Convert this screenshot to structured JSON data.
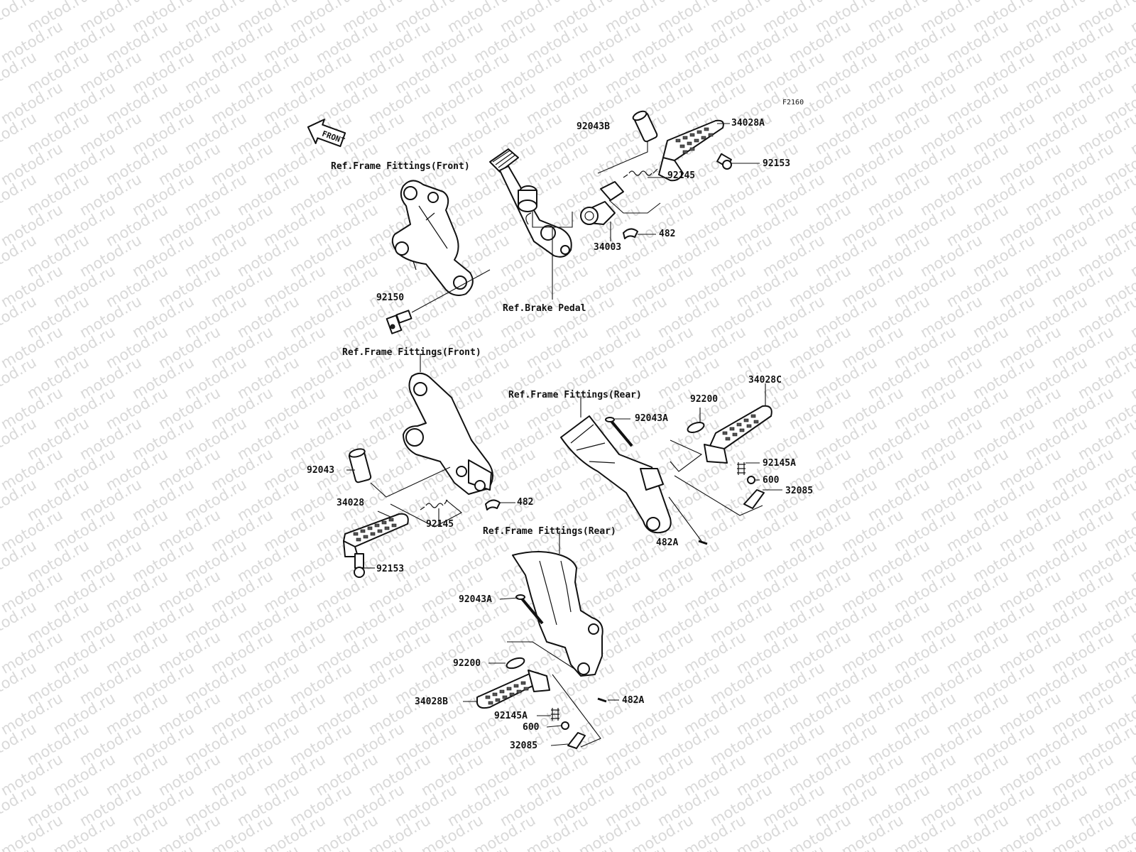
{
  "diagram_id": "F2160",
  "watermark_text": "motod.ru",
  "front_arrow_label": "FRONT",
  "refs": {
    "frame_front_top": "Ref.Frame Fittings(Front)",
    "brake_pedal": "Ref.Brake Pedal",
    "frame_front_mid": "Ref.Frame Fittings(Front)",
    "frame_rear_right": "Ref.Frame Fittings(Rear)",
    "frame_rear_bottom": "Ref.Frame Fittings(Rear)"
  },
  "parts": {
    "p92043B": "92043B",
    "p34028A": "34028A",
    "p92153_top": "92153",
    "p92145_top": "92145",
    "p482_top": "482",
    "p34003": "34003",
    "p92150": "92150",
    "p92043": "92043",
    "p34028": "34028",
    "p92145_mid": "92145",
    "p482_mid": "482",
    "p92153_mid": "92153",
    "p92200_right": "92200",
    "p34028C": "34028C",
    "p92043A_right": "92043A",
    "p92145A_right": "92145A",
    "p600_right": "600",
    "p32085_right": "32085",
    "p482A_right": "482A",
    "p92043A_bottom": "92043A",
    "p92200_bottom": "92200",
    "p34028B": "34028B",
    "p92145A_bottom": "92145A",
    "p600_bottom": "600",
    "p32085_bottom": "32085",
    "p482A_bottom": "482A"
  }
}
